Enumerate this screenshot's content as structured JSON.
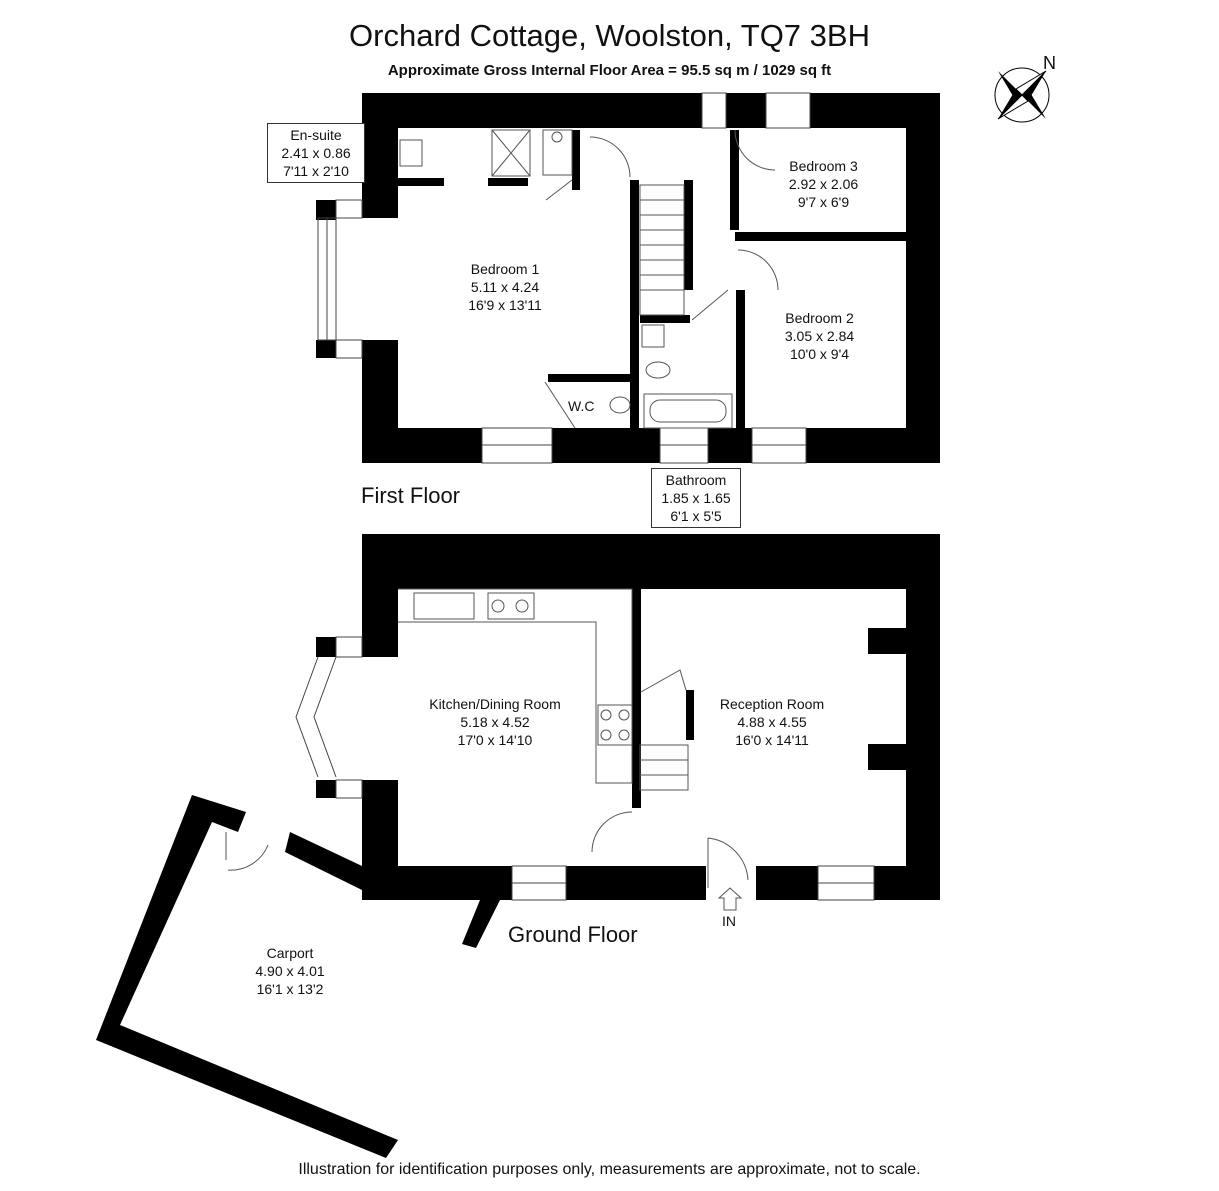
{
  "header": {
    "title": "Orchard Cottage, Woolston, TQ7 3BH",
    "subtitle": "Approximate Gross Internal Floor Area  = 95.5 sq m / 1029 sq ft"
  },
  "compass": {
    "north_label": "N",
    "icon": "compass-rose-icon"
  },
  "floors": {
    "first": "First Floor",
    "ground": "Ground Floor"
  },
  "rooms": {
    "ensuite": {
      "name": "En-suite",
      "metric": "2.41 x 0.86",
      "imperial": "7'11 x 2'10"
    },
    "bedroom1": {
      "name": "Bedroom 1",
      "metric": "5.11 x 4.24",
      "imperial": "16'9 x 13'11"
    },
    "bedroom3": {
      "name": "Bedroom 3",
      "metric": "2.92 x 2.06",
      "imperial": "9'7 x 6'9"
    },
    "bedroom2": {
      "name": "Bedroom 2",
      "metric": "3.05 x 2.84",
      "imperial": "10'0 x 9'4"
    },
    "wc": {
      "name": "W.C"
    },
    "bathroom": {
      "name": "Bathroom",
      "metric": "1.85 x 1.65",
      "imperial": "6'1 x 5'5"
    },
    "kitchen": {
      "name": "Kitchen/Dining Room",
      "metric": "5.18 x 4.52",
      "imperial": "17'0 x 14'10"
    },
    "reception": {
      "name": "Reception Room",
      "metric": "4.88 x 4.55",
      "imperial": "16'0 x 14'11"
    },
    "carport": {
      "name": "Carport",
      "metric": "4.90 x 4.01",
      "imperial": "16'1 x 13'2"
    }
  },
  "entrance": {
    "label": "IN"
  },
  "footer": {
    "disclaimer": "Illustration for identification purposes only, measurements are approximate, not to scale."
  }
}
